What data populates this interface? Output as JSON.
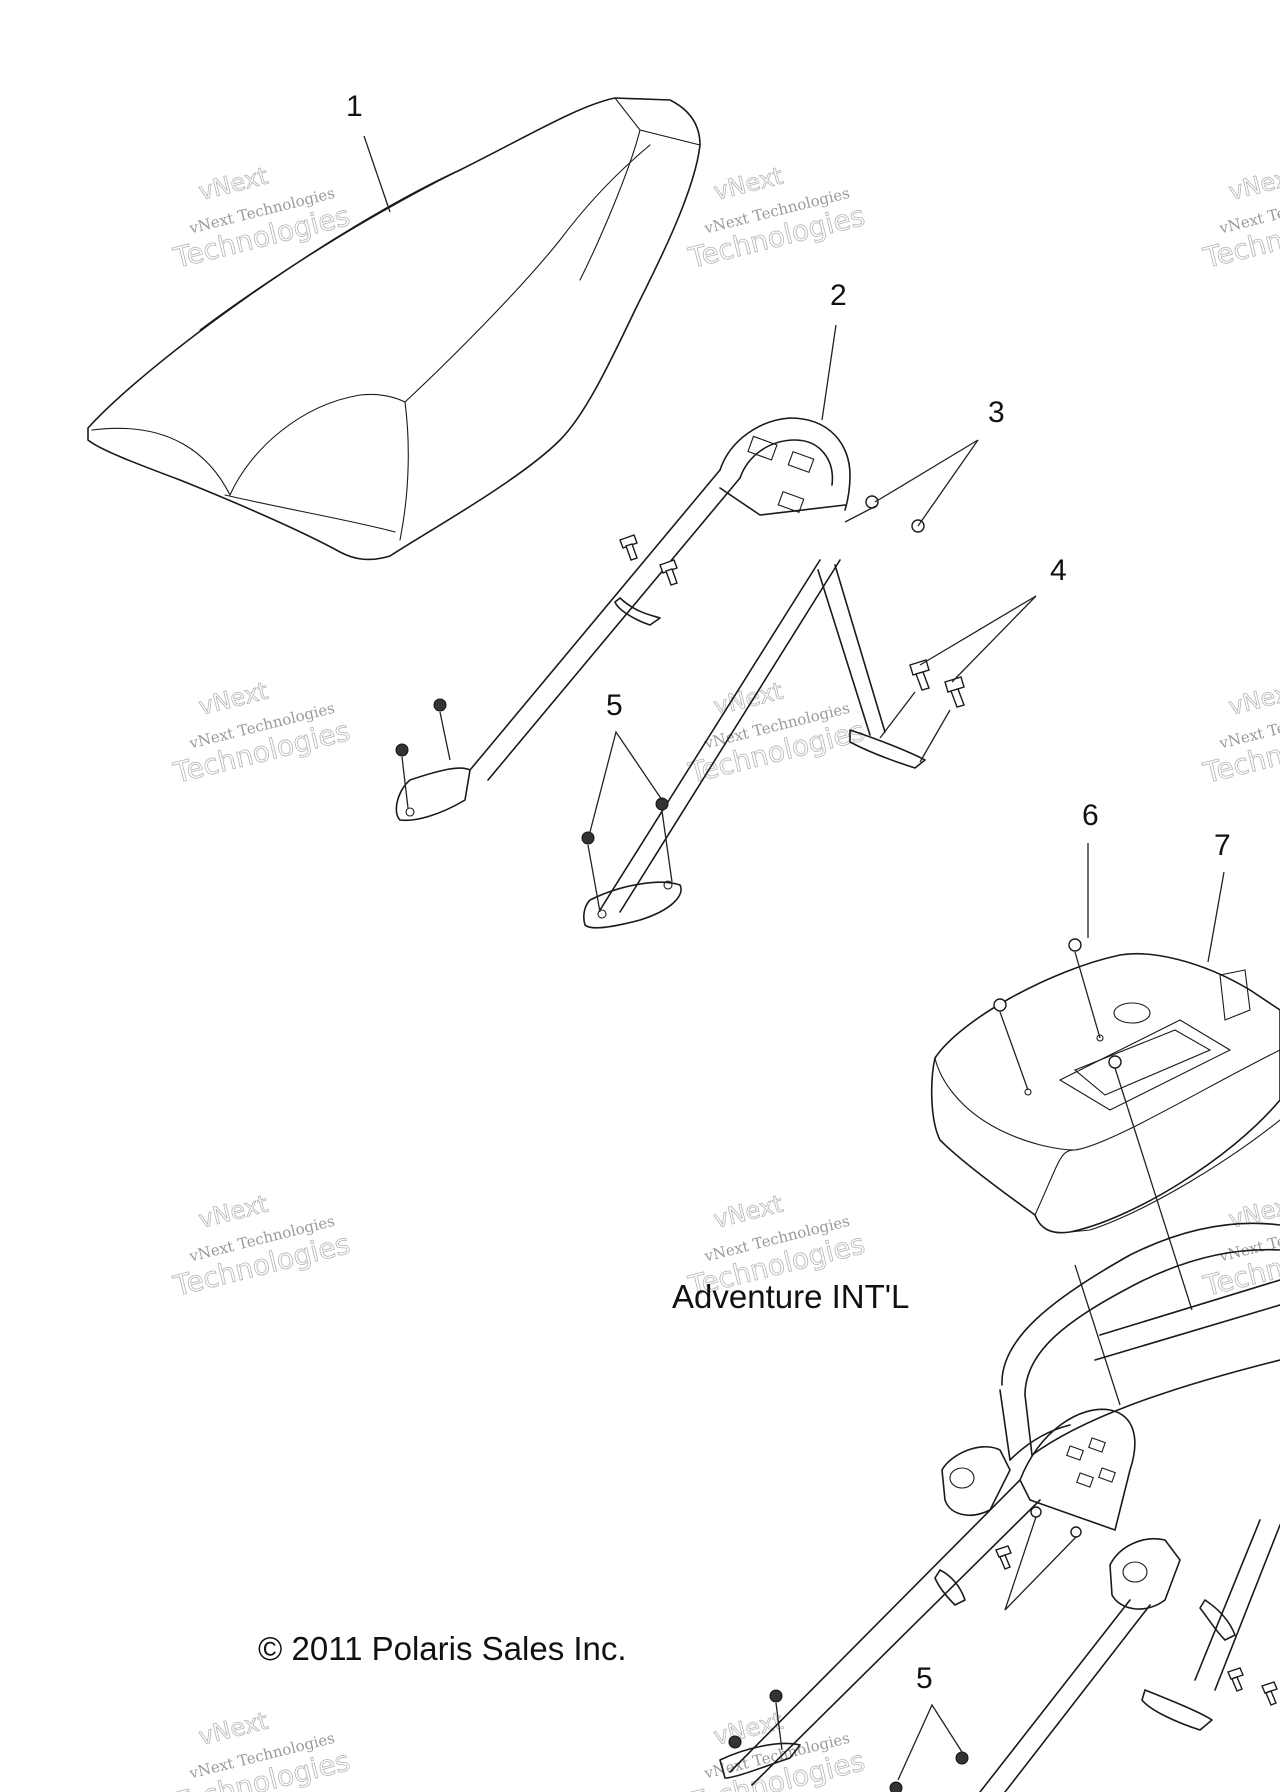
{
  "callouts": [
    "1",
    "2",
    "3",
    "4",
    "5",
    "6",
    "7",
    "5"
  ],
  "labels": {
    "variant": "Adventure INT'L",
    "copyright": "© 2011 Polaris Sales Inc."
  },
  "watermark": {
    "line1": "vNext",
    "line2": "vNext Technologies",
    "line3": "Technologies"
  }
}
